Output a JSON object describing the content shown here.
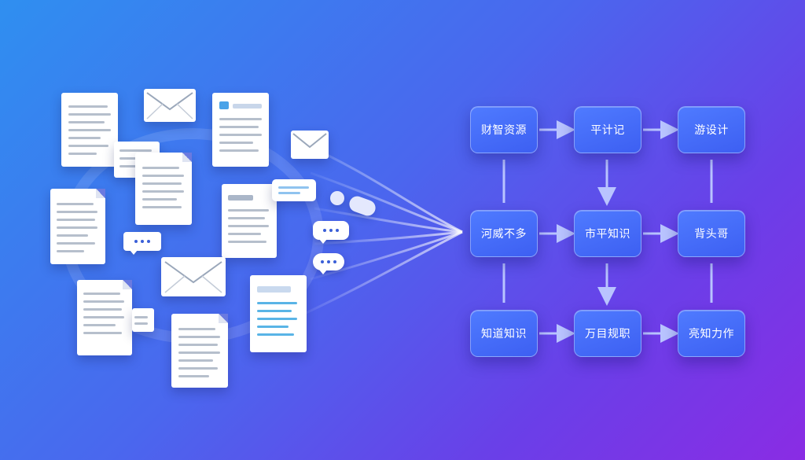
{
  "nodes": [
    {
      "id": "r1c1",
      "label": "财智资源"
    },
    {
      "id": "r1c2",
      "label": "平计记"
    },
    {
      "id": "r1c3",
      "label": "游设计"
    },
    {
      "id": "r2c1",
      "label": "河威不多"
    },
    {
      "id": "r2c2",
      "label": "市平知识"
    },
    {
      "id": "r2c3",
      "label": "背头哥"
    },
    {
      "id": "r3c1",
      "label": "知道知识"
    },
    {
      "id": "r3c2",
      "label": "万目规职"
    },
    {
      "id": "r3c3",
      "label": "亮知力作"
    }
  ],
  "colors": {
    "background_start": "#2f8ff0",
    "background_end": "#8a2ce4",
    "node_fill": "#4f7bff",
    "node_text": "#ffffff",
    "connector": "#b9c4ff",
    "document": "#ffffff"
  },
  "icons": [
    "document-icon",
    "envelope-icon",
    "chat-bubble-icon"
  ]
}
